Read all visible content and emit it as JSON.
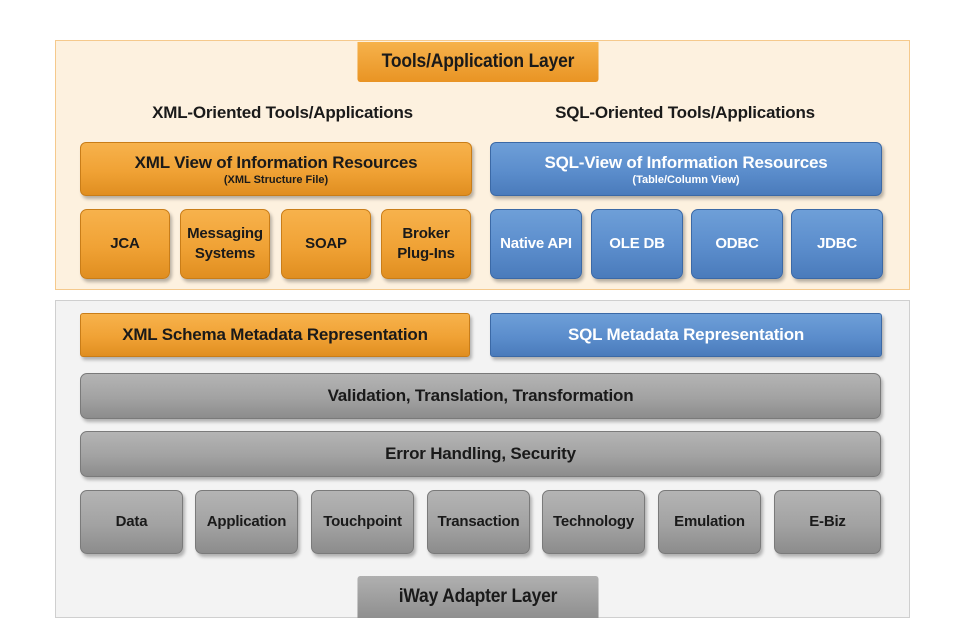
{
  "tools_layer": {
    "title": "Tools/Application Layer",
    "xml": {
      "heading": "XML-Oriented Tools/Applications",
      "view_title": "XML View of Information Resources",
      "view_subtitle": "(XML Structure File)",
      "items": [
        "JCA",
        "Messaging Systems",
        "SOAP",
        "Broker Plug-Ins"
      ]
    },
    "sql": {
      "heading": "SQL-Oriented Tools/Applications",
      "view_title": "SQL-View of Information Resources",
      "view_subtitle": "(Table/Column View)",
      "items": [
        "Native API",
        "OLE DB",
        "ODBC",
        "JDBC"
      ]
    }
  },
  "adapter_layer": {
    "title": "iWay Adapter Layer",
    "xml_metadata": "XML Schema Metadata Representation",
    "sql_metadata": "SQL Metadata Representation",
    "validation": "Validation, Translation, Transformation",
    "error_handling": "Error Handling, Security",
    "adapters": [
      "Data",
      "Application",
      "Touchpoint",
      "Transaction",
      "Technology",
      "Emulation",
      "E-Biz"
    ]
  },
  "colors": {
    "orange": "#f0a235",
    "blue": "#5b8dcc",
    "gray": "#a2a2a2",
    "top_panel_bg": "#fdf1df",
    "bottom_panel_bg": "#f3f3f3"
  }
}
